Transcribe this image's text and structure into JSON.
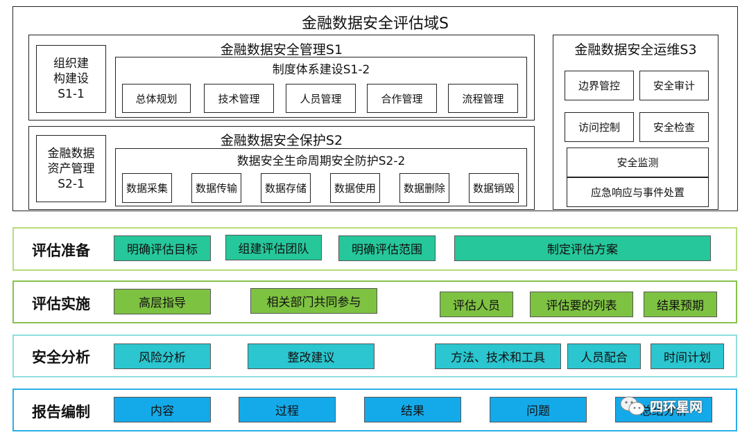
{
  "domain": {
    "title": "金融数据安全评估域S",
    "management": {
      "title": "金融数据安全管理S1",
      "org": [
        "组织建",
        "构建设",
        "S1-1"
      ],
      "system": {
        "title": "制度体系建设S1-2",
        "items": [
          "总体规划",
          "技术管理",
          "人员管理",
          "合作管理",
          "流程管理"
        ]
      }
    },
    "protection": {
      "title": "金融数据安全保护S2",
      "asset": [
        "金融数据",
        "资产管理",
        "S2-1"
      ],
      "lifecycle": {
        "title": "数据安全生命周期安全防护S2-2",
        "items": [
          "数据采集",
          "数据传输",
          "数据存储",
          "数据使用",
          "数据删除",
          "数据销毁"
        ]
      }
    },
    "operations": {
      "title": "金融数据安全运维S3",
      "items": [
        "边界管控",
        "安全审计",
        "访问控制",
        "安全检查",
        "安全监测",
        "应急响应与事件处置"
      ]
    }
  },
  "phases": [
    {
      "label": "评估准备",
      "items": [
        "明确评估目标",
        "组建评估团队",
        "明确评估范围",
        "制定评估方案"
      ]
    },
    {
      "label": "评估实施",
      "items": [
        "高层指导",
        "相关部门共同参与",
        "评估人员",
        "评估要的列表",
        "结果预期"
      ]
    },
    {
      "label": "安全分析",
      "items": [
        "风险分析",
        "整改建议",
        "方法、技术和工具",
        "人员配合",
        "时间计划"
      ]
    },
    {
      "label": "报告编制",
      "items": [
        "内容",
        "过程",
        "结果",
        "问题",
        "总结分析"
      ]
    }
  ],
  "watermark": "四环星网",
  "colors": {
    "prep": "#26c79b",
    "impl": "#7ec242",
    "analysis": "#2bc6cf",
    "report": "#14aaea",
    "prep_border": "#b6dd7a",
    "impl_border": "#86c24a",
    "analysis_border": "#8fdede",
    "report_border": "#2aaee8"
  }
}
